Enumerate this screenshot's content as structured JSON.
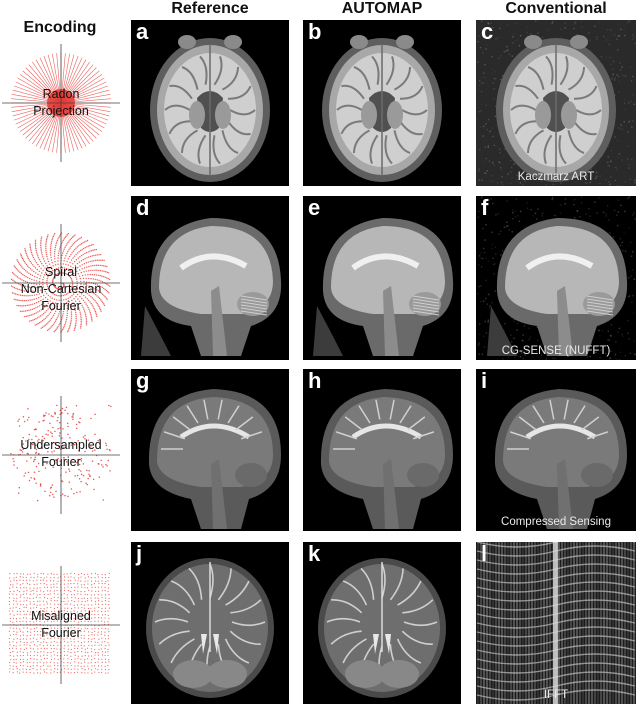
{
  "headers": {
    "encoding": "Encoding",
    "reference": "Reference",
    "automap": "AUTOMAP",
    "conventional": "Conventional"
  },
  "rows": [
    {
      "encoding_lines": [
        "Radon",
        "Projection"
      ],
      "panels": [
        "a",
        "b",
        "c"
      ],
      "method": "Kaczmarz ART",
      "view": "axial"
    },
    {
      "encoding_lines": [
        "Spiral",
        "Non-Cartesian",
        "Fourier"
      ],
      "panels": [
        "d",
        "e",
        "f"
      ],
      "method": "CG-SENSE (NUFFT)",
      "view": "sagittal-t1"
    },
    {
      "encoding_lines": [
        "Undersampled",
        "Fourier"
      ],
      "panels": [
        "g",
        "h",
        "i"
      ],
      "method": "Compressed Sensing",
      "view": "sagittal-t2"
    },
    {
      "encoding_lines": [
        "Misaligned",
        "Fourier"
      ],
      "panels": [
        "j",
        "k",
        "l"
      ],
      "method": "IFFT",
      "view": "coronal-t2"
    }
  ],
  "colors": {
    "sample_points": "#e53935",
    "axis": "#444444",
    "panel_background": "#000000"
  }
}
